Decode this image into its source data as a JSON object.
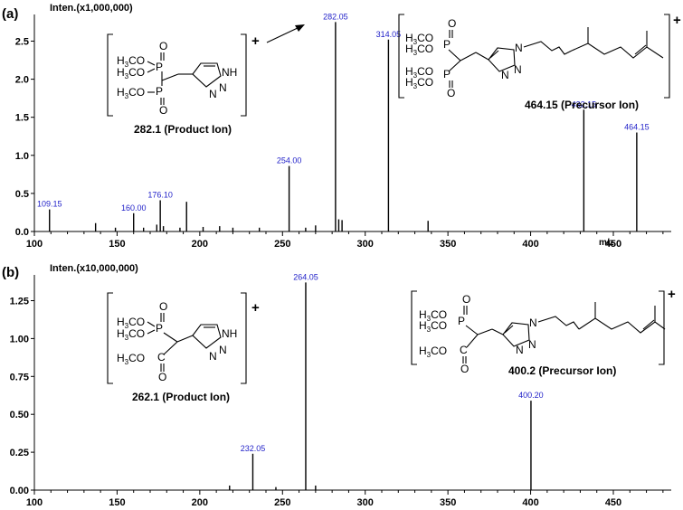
{
  "chart_data": [
    {
      "panel": "(a)",
      "type": "bar",
      "ylabel": "Inten.(x1,000,000)",
      "xlabel": "m/z",
      "xlim": [
        100,
        485
      ],
      "ylim": [
        0,
        2.85
      ],
      "x_ticks": [
        "100",
        "150",
        "200",
        "250",
        "300",
        "350",
        "400",
        "450"
      ],
      "y_ticks": [
        "0.0",
        "0.5",
        "1.0",
        "1.5",
        "2.0",
        "2.5"
      ],
      "grid": false,
      "peaks": [
        {
          "x": 109.15,
          "y": 0.29,
          "label": "109.15"
        },
        {
          "x": 137.0,
          "y": 0.11,
          "label": ""
        },
        {
          "x": 149.0,
          "y": 0.05,
          "label": ""
        },
        {
          "x": 160.0,
          "y": 0.24,
          "label": "160.00"
        },
        {
          "x": 166.0,
          "y": 0.05,
          "label": ""
        },
        {
          "x": 174.0,
          "y": 0.09,
          "label": ""
        },
        {
          "x": 176.1,
          "y": 0.41,
          "label": "176.10"
        },
        {
          "x": 178.0,
          "y": 0.07,
          "label": ""
        },
        {
          "x": 188.0,
          "y": 0.05,
          "label": ""
        },
        {
          "x": 192.0,
          "y": 0.39,
          "label": ""
        },
        {
          "x": 202.0,
          "y": 0.06,
          "label": ""
        },
        {
          "x": 212.0,
          "y": 0.07,
          "label": ""
        },
        {
          "x": 220.0,
          "y": 0.05,
          "label": ""
        },
        {
          "x": 236.0,
          "y": 0.05,
          "label": ""
        },
        {
          "x": 254.0,
          "y": 0.86,
          "label": "254.00"
        },
        {
          "x": 264.0,
          "y": 0.05,
          "label": ""
        },
        {
          "x": 270.0,
          "y": 0.08,
          "label": ""
        },
        {
          "x": 282.05,
          "y": 2.75,
          "label": "282.05"
        },
        {
          "x": 284.0,
          "y": 0.16,
          "label": ""
        },
        {
          "x": 286.0,
          "y": 0.15,
          "label": ""
        },
        {
          "x": 314.05,
          "y": 2.52,
          "label": "314.05"
        },
        {
          "x": 338.0,
          "y": 0.14,
          "label": ""
        },
        {
          "x": 432.15,
          "y": 1.6,
          "label": "432.15"
        },
        {
          "x": 464.15,
          "y": 1.3,
          "label": "464.15"
        }
      ]
    },
    {
      "panel": "(b)",
      "type": "bar",
      "ylabel": "Inten.(x10,000,000)",
      "xlabel": "",
      "xlim": [
        100,
        485
      ],
      "ylim": [
        0,
        1.42
      ],
      "x_ticks": [
        "100",
        "150",
        "200",
        "250",
        "300",
        "350",
        "400",
        "450"
      ],
      "y_ticks": [
        "0.00",
        "0.25",
        "0.50",
        "0.75",
        "1.00",
        "1.25"
      ],
      "grid": false,
      "peaks": [
        {
          "x": 218.0,
          "y": 0.03,
          "label": ""
        },
        {
          "x": 232.05,
          "y": 0.24,
          "label": "232.05"
        },
        {
          "x": 246.0,
          "y": 0.02,
          "label": ""
        },
        {
          "x": 264.05,
          "y": 1.37,
          "label": "264.05"
        },
        {
          "x": 270.0,
          "y": 0.03,
          "label": ""
        },
        {
          "x": 400.2,
          "y": 0.59,
          "label": "400.20"
        }
      ]
    }
  ],
  "annotations": {
    "a": {
      "product_caption": "282.1 (Product Ion)",
      "precursor_caption": "464.15 (Precursor Ion)",
      "charge": "+"
    },
    "b": {
      "product_caption": "262.1 (Product Ion)",
      "precursor_caption": "400.2 (Precursor Ion)",
      "charge": "+"
    }
  },
  "structure_text": {
    "h3co": "H",
    "co_sub": "3",
    "co_tail": "CO",
    "p": "P",
    "o": "O",
    "c": "C",
    "nh": "NH",
    "n": "N"
  },
  "colors": {
    "spectrum": "#000000",
    "peak_label": "#1f1fc8"
  }
}
